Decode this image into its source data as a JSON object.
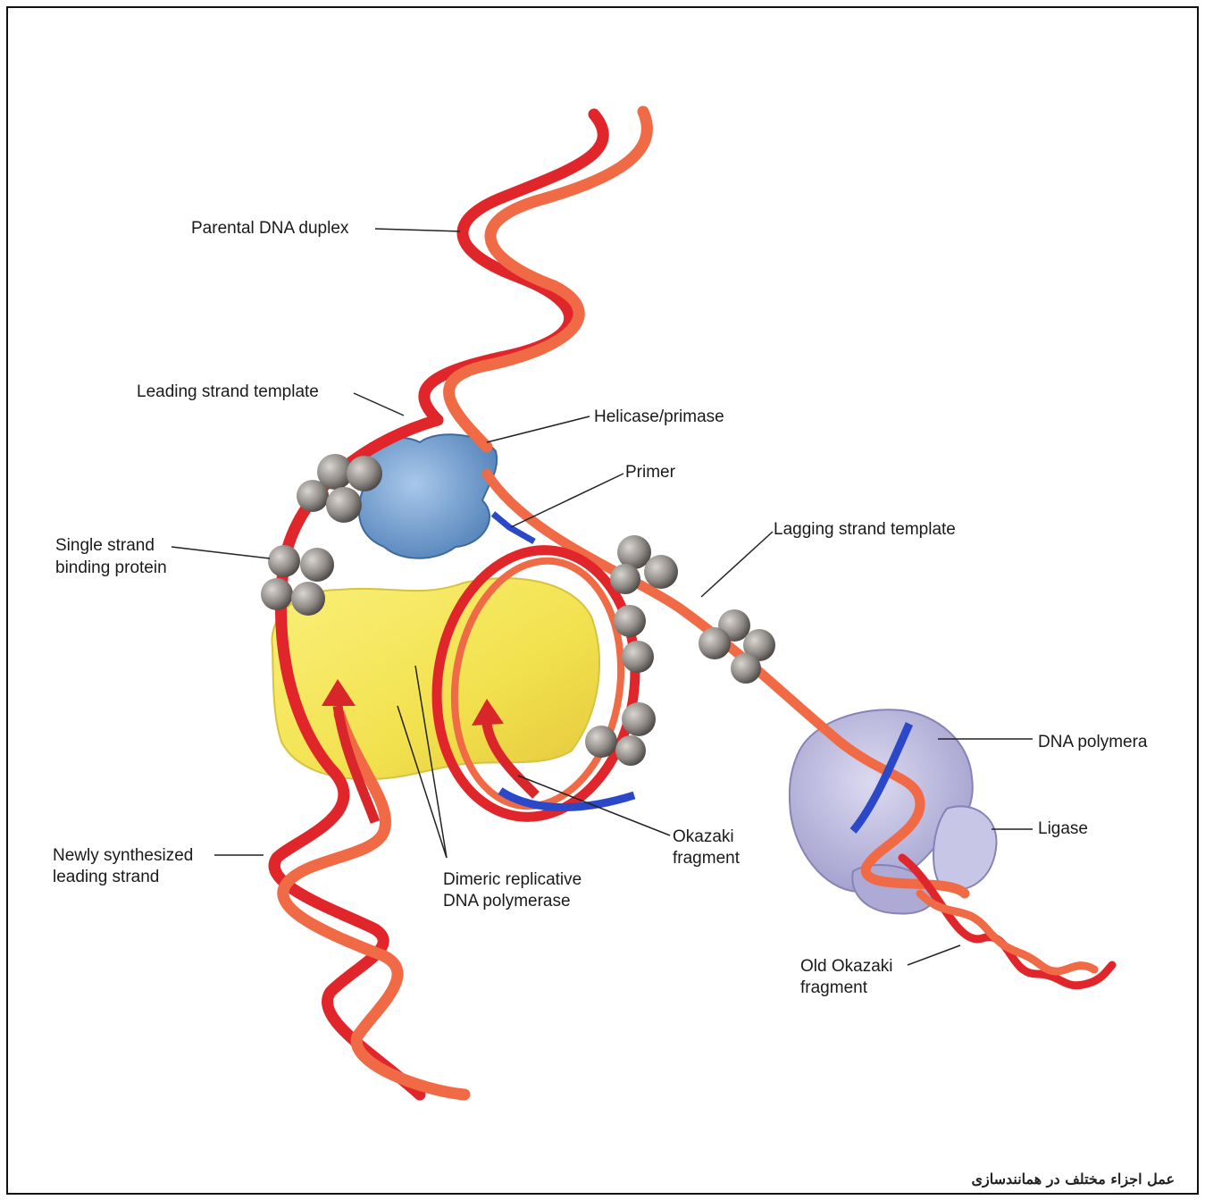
{
  "labels": {
    "parental_duplex": "Parental DNA duplex",
    "leading_template": "Leading strand template",
    "helicase_primase": "Helicase/primase",
    "primer": "Primer",
    "lagging_template": "Lagging strand template",
    "ssb_line1": "Single strand",
    "ssb_line2": "binding protein",
    "dna_polymerase": "DNA polymera",
    "ligase": "Ligase",
    "okazaki_line1": "Okazaki",
    "okazaki_line2": "fragment",
    "newly_line1": "Newly synthesized",
    "newly_line2": "leading strand",
    "dimeric_line1": "Dimeric replicative",
    "dimeric_line2": "DNA polymerase",
    "old_okazaki_line1": "Old Okazaki",
    "old_okazaki_line2": "fragment"
  },
  "caption": "عمل اجزاء مختلف در همانندسازی",
  "colors": {
    "strand_dark": "#e0262a",
    "strand_light": "#ef6a45",
    "helicase": "#6f9fcf",
    "polymerase": "#f2e14e",
    "ssb_protein": "#8f8a86",
    "dna_polymerase_lagging": "#b7b5dc",
    "primer": "#2a48c8"
  }
}
